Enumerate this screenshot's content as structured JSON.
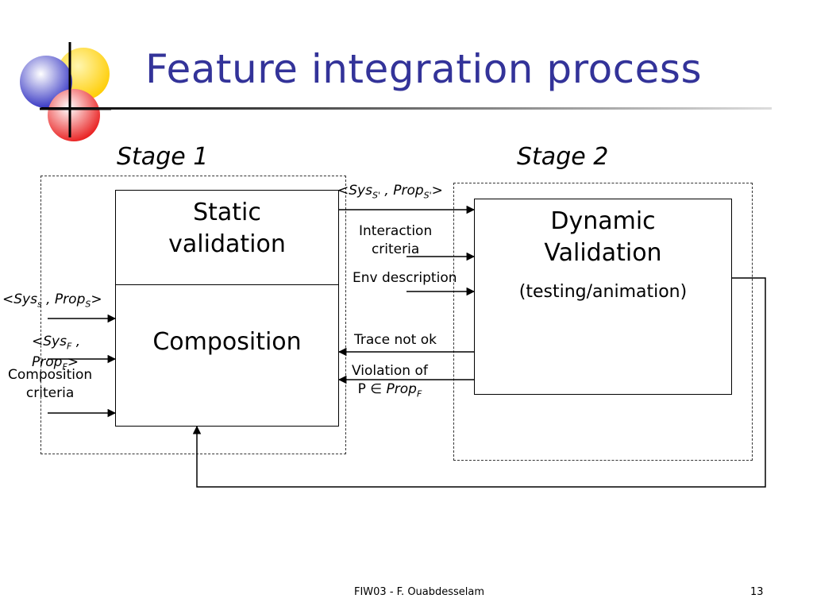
{
  "slide": {
    "title": "Feature integration process",
    "stage1": "Stage 1",
    "stage2": "Stage 2"
  },
  "stage1": {
    "static_title_line1": "Static",
    "static_title_line2": "validation",
    "composition_title": "Composition",
    "input_sys_s": {
      "open": "<",
      "sys": "Sys",
      "sys_sub": "s",
      "sep": " , ",
      "prop": "Prop",
      "prop_sub": "S",
      "close": ">"
    },
    "input_sys_f": {
      "open": "<",
      "sys": "Sys",
      "sys_sub": "F",
      "sep": " ,",
      "prop": "Prop",
      "prop_sub": "F",
      "close": ">"
    },
    "composition_criteria_line1": "Composition",
    "composition_criteria_line2": "criteria"
  },
  "stage2": {
    "dynamic_line1": "Dynamic",
    "dynamic_line2": "Validation",
    "dynamic_line3": "(testing/animation)"
  },
  "connectors": {
    "sys_prime": {
      "open": "<",
      "sys": "Sys",
      "sys_sub": "S'",
      "sep": " , ",
      "prop": "Prop",
      "prop_sub": "S'",
      "close": ">"
    },
    "interaction_line1": "Interaction",
    "interaction_line2": "criteria",
    "env_description": "Env description",
    "trace_not_ok": "Trace not ok",
    "violation_line1": "Violation of",
    "violation_line2": {
      "p": "P",
      "in": "∈",
      "prop": "Prop",
      "sub": "F"
    }
  },
  "footer": {
    "text": "FIW03 - F. Ouabdesselam",
    "page": "13"
  },
  "colors": {
    "title": "#333399",
    "logo_blue": "#3333cc",
    "logo_yellow": "#ffcc00",
    "logo_red": "#ee2222"
  }
}
